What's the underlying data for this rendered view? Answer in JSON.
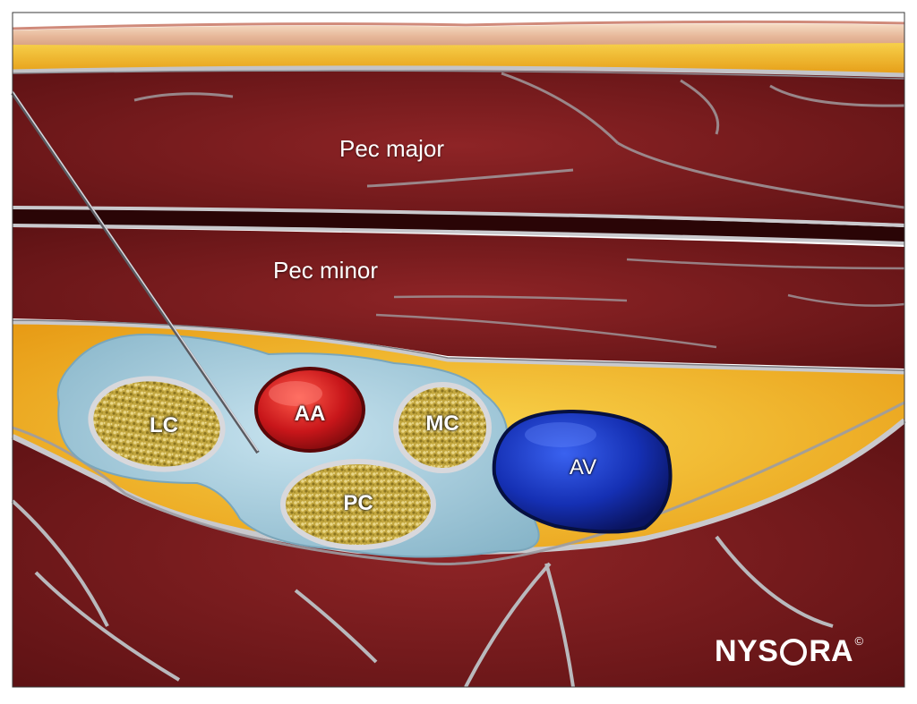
{
  "labels": {
    "pec_major": "Pec major",
    "pec_minor": "Pec minor",
    "lateral_cord": "LC",
    "axillary_artery": "AA",
    "medial_cord": "MC",
    "posterior_cord": "PC",
    "axillary_vein": "AV"
  },
  "watermark": "NYSORA",
  "logo": {
    "text_prefix": "NYS",
    "ring_letter": "",
    "text_suffix": "RA",
    "copyright": "©"
  },
  "colors": {
    "muscle": "#7a1a1c",
    "fat": "#f0b020",
    "fascia": "#b9b9bd",
    "local_anesthetic": "#a9cfe0",
    "artery": "#c0181a",
    "vein": "#1630b0",
    "nerve": "#c8b24a",
    "skin": "#e8c4a0"
  }
}
